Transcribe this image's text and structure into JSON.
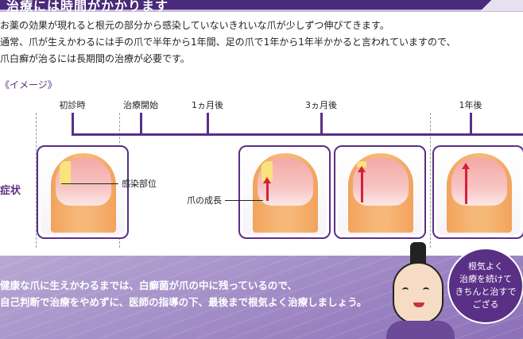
{
  "header": {
    "title": "治療には時間がかかります"
  },
  "intro": {
    "lines": [
      "お薬の効果が現れると根元の部分から感染していないきれいな爪が少しずつ伸びてきます。",
      "通常、爪が生えかわるには手の爪で半年から1年間、足の爪で1年から1年半かかると言われていますので、",
      "爪白癬が治るには長期間の治療が必要です。"
    ]
  },
  "image_label": "《イメージ》",
  "timeline": {
    "labels": [
      "初診時",
      "治療開始",
      "1ヵ月後",
      "3ヵ月後",
      "1年後"
    ]
  },
  "symptom_label": "症状",
  "callouts": {
    "infected": "感染部位",
    "growth": "爪の成長"
  },
  "bottom": {
    "lines": [
      "健康な爪に生えかわるまでは、白癬菌が爪の中に残っているので、",
      "自己判断で治療をやめずに、医師の指導の下、最後まで根気よく治療しましょう。"
    ]
  },
  "bubble": {
    "lines": [
      "根気よく",
      "治療を続けて",
      "きちんと治すで",
      "ござる"
    ]
  },
  "colors": {
    "accent": "#5a2f86",
    "infection": "#f8e37c",
    "arrow": "#d61f3a"
  }
}
